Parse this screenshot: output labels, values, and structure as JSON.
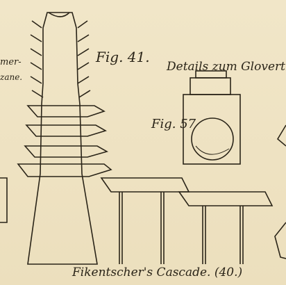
{
  "labels": {
    "fig41": "Fig. 41.",
    "fig57": "Fig. 57",
    "details": "Details zum Gloverthu",
    "caption": "Fikentscher's Cascade. (40.)",
    "edge_top": "mer-",
    "edge_bottom": "zane."
  },
  "colors": {
    "paper": "#efe3c3",
    "ink": "#2a2418"
  }
}
